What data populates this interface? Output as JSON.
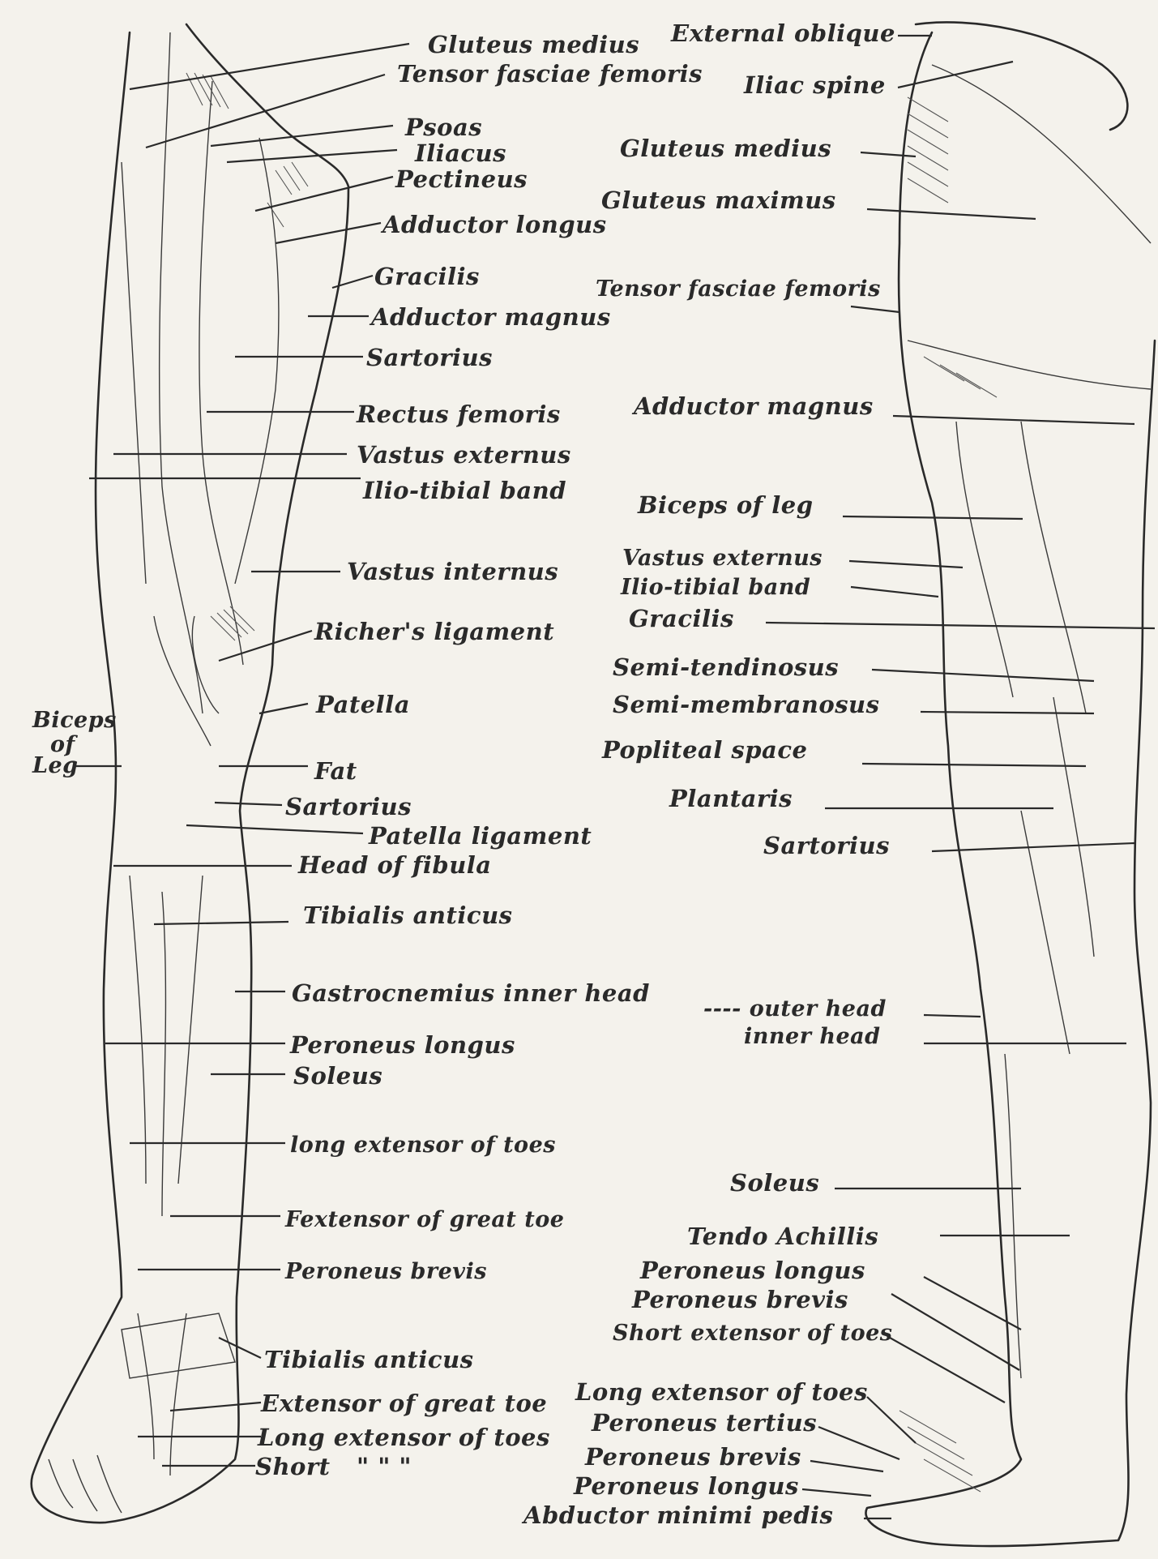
{
  "front_labels": {
    "gluteus_medius": "Gluteus medius",
    "tensor_fasciae_femoris": "Tensor fasciae femoris",
    "psoas": "Psoas",
    "iliacus": "Iliacus",
    "pectineus": "Pectineus",
    "adductor_longus": "Adductor longus",
    "gracilis": "Gracilis",
    "adductor_magnus": "Adductor magnus",
    "sartorius": "Sartorius",
    "rectus_femoris": "Rectus femoris",
    "vastus_externus": "Vastus externus",
    "ilio_tibial_band": "Ilio-tibial band",
    "vastus_internus": "Vastus internus",
    "richers_ligament": "Richer's ligament",
    "patella": "Patella",
    "biceps_of_leg_a": "Biceps",
    "biceps_of_leg_b": "of",
    "biceps_of_leg_c": "Leg",
    "fat": "Fat",
    "sartorius_2": "Sartorius",
    "patella_ligament": "Patella ligament",
    "head_of_fibula": "Head of fibula",
    "tibialis_anticus": "Tibialis anticus",
    "gastrocnemius_inner_head": "Gastrocnemius inner head",
    "peroneus_longus": "Peroneus longus",
    "soleus": "Soleus",
    "long_extensor_of_toes": "long extensor of toes",
    "extensor_of_great_toe": "Fextensor of great toe",
    "peroneus_brevis": "Peroneus brevis",
    "tibialis_anticus_2": "Tibialis anticus",
    "extensor_of_great_toe_2": "Extensor of great toe",
    "long_extensor_of_toes_2": "Long extensor of toes",
    "short": "Short",
    "ditto": "\"     \"     \""
  },
  "side_labels": {
    "external_oblique": "External oblique",
    "iliac_spine": "Iliac spine",
    "gluteus_medius": "Gluteus medius",
    "gluteus_maximus": "Gluteus maximus",
    "tensor_fasciae_femoris": "Tensor fasciae femoris",
    "adductor_magnus": "Adductor magnus",
    "biceps_of_leg": "Biceps of leg",
    "vastus_externus": "Vastus externus",
    "ilio_tibial_band": "Ilio-tibial band",
    "gracilis": "Gracilis",
    "semi_tendinosus": "Semi-tendinosus",
    "semi_membranosus": "Semi-membranosus",
    "popliteal_space": "Popliteal space",
    "plantaris": "Plantaris",
    "sartorius": "Sartorius",
    "outer_head": "---- outer head",
    "inner_head": "inner head",
    "soleus": "Soleus",
    "tendo_achillis": "Tendo Achillis",
    "peroneus_longus": "Peroneus longus",
    "peroneus_brevis": "Peroneus brevis",
    "short_extensor_of_toes": "Short extensor of toes",
    "long_extensor_of_toes": "Long extensor of toes",
    "peroneus_tertius": "Peroneus tertius",
    "peroneus_brevis_2": "Peroneus brevis",
    "peroneus_longus_2": "Peroneus longus",
    "abductor_minimi_pedis": "Abductor minimi pedis"
  },
  "ink_color": "#2a2a2a",
  "paper_color": "#f4f2ec"
}
